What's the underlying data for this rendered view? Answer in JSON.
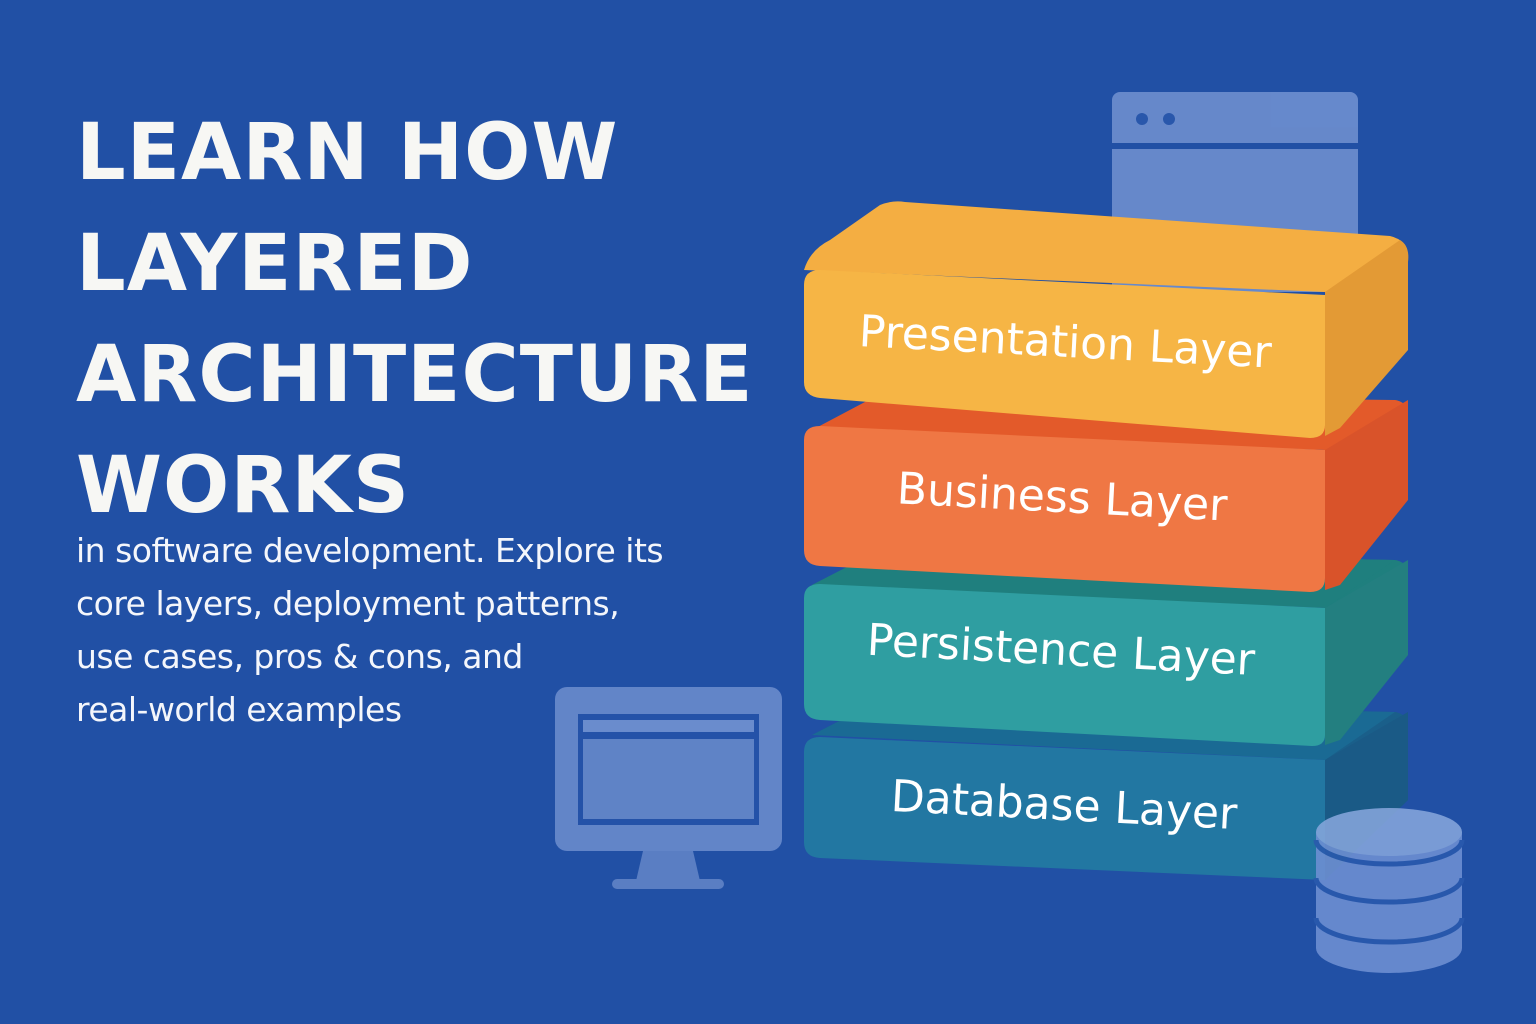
{
  "headline": {
    "lines": [
      "LEARN HOW",
      "LAYERED",
      "ARCHITECTURE",
      "WORKS"
    ]
  },
  "subtitle": {
    "lines": [
      "in software development. Explore its",
      "core layers, deployment patterns,",
      "use cases, pros & cons, and",
      "real-world examples"
    ]
  },
  "layers": [
    {
      "label": "Presentation Layer",
      "front": "#f6b545",
      "top": "#f4ae42",
      "side": "#e39a35"
    },
    {
      "label": "Business Layer",
      "front": "#ef7744",
      "top": "#e35a2a",
      "side": "#d9532a"
    },
    {
      "label": "Persistence Layer",
      "front": "#2f9ea1",
      "top": "#1f7f7e",
      "side": "#237f80"
    },
    {
      "label": "Database Layer",
      "front": "#2277a2",
      "top": "#1a6a94",
      "side": "#1a5f8a"
    }
  ],
  "icons": {
    "browser_window": "browser-window-icon",
    "monitor": "monitor-icon",
    "database": "database-icon"
  },
  "colors": {
    "background": "#2150a5",
    "icon_fill": "#6f90cf",
    "text": "#f7f7f4"
  }
}
